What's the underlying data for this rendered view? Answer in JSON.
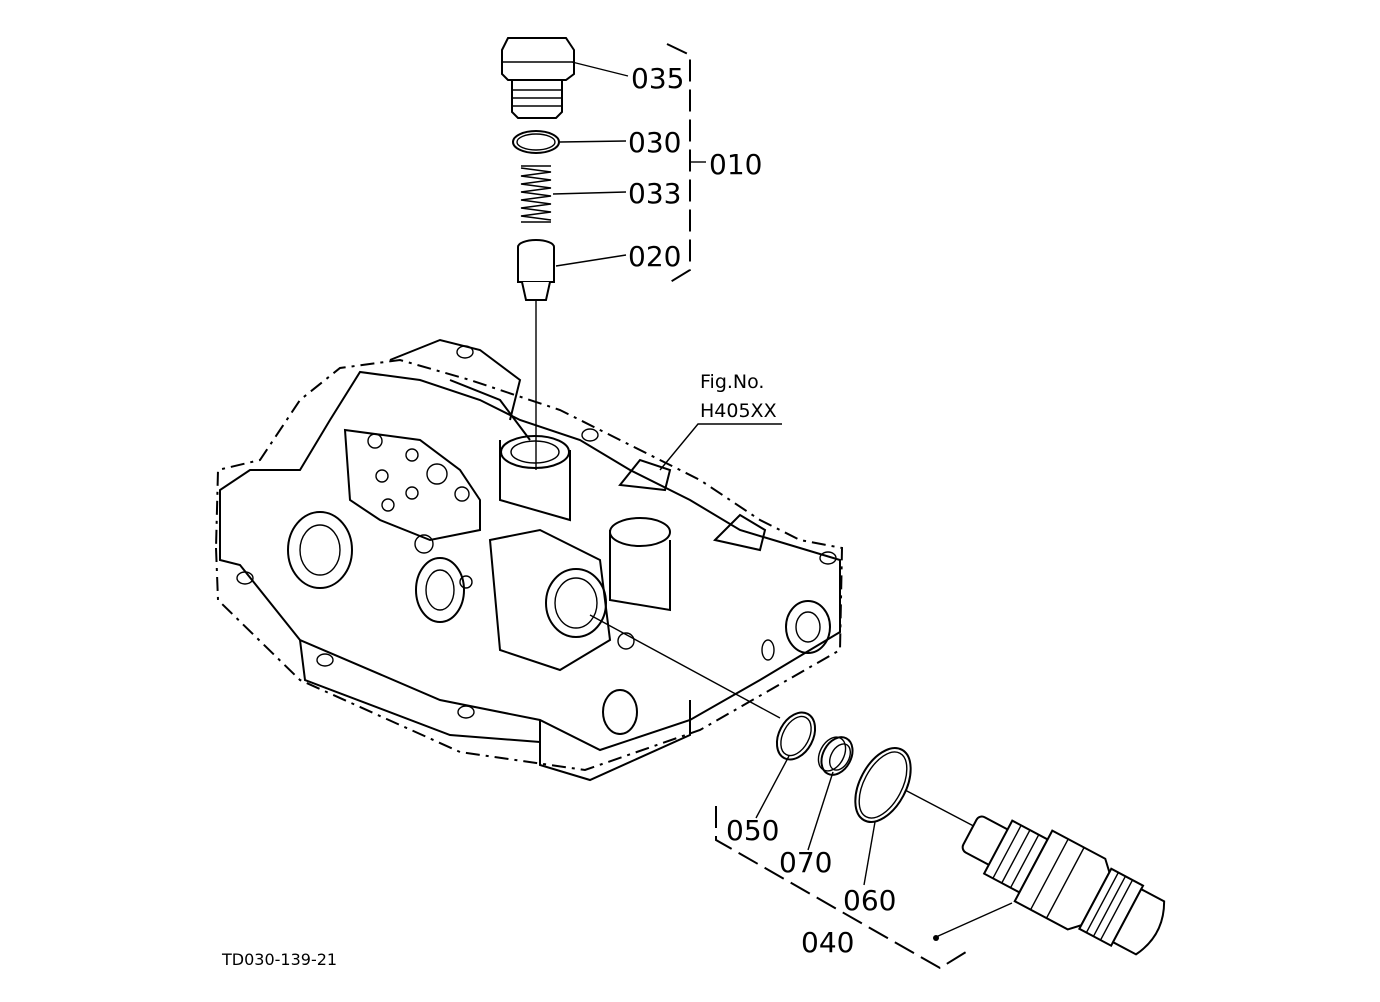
{
  "diagram": {
    "drawing_code": "TD030-139-21",
    "figure_reference": {
      "line1": "Fig.No.",
      "line2": "H405XX"
    },
    "callouts": {
      "p035": "035",
      "p030": "030",
      "p033": "033",
      "p020": "020",
      "p010": "010",
      "p050": "050",
      "p070": "070",
      "p060": "060",
      "p040": "040"
    },
    "colors": {
      "ink": "#000000",
      "paper": "#ffffff"
    }
  }
}
